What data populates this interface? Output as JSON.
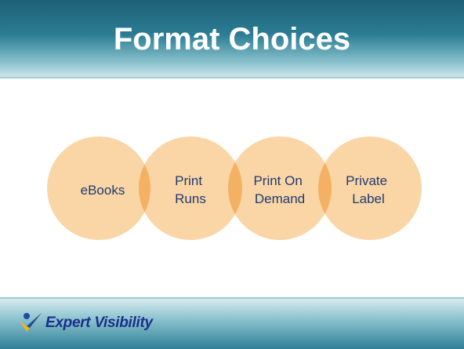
{
  "slide": {
    "title": "Format Choices",
    "circles": [
      {
        "lines": [
          "eBooks"
        ]
      },
      {
        "lines": [
          "Print",
          "Runs"
        ]
      },
      {
        "lines": [
          "Print On",
          "Demand"
        ]
      },
      {
        "lines": [
          "Private",
          "Label"
        ]
      }
    ],
    "logo_text": "Expert Visibility",
    "logo_icon": "person-checkmark-icon",
    "colors": {
      "header_dark": "#1d6077",
      "circle_fill": "#fad5a6",
      "overlap_fill": "#f4b163",
      "label_text": "#1f3c73",
      "logo_text": "#1b2f8a"
    }
  }
}
